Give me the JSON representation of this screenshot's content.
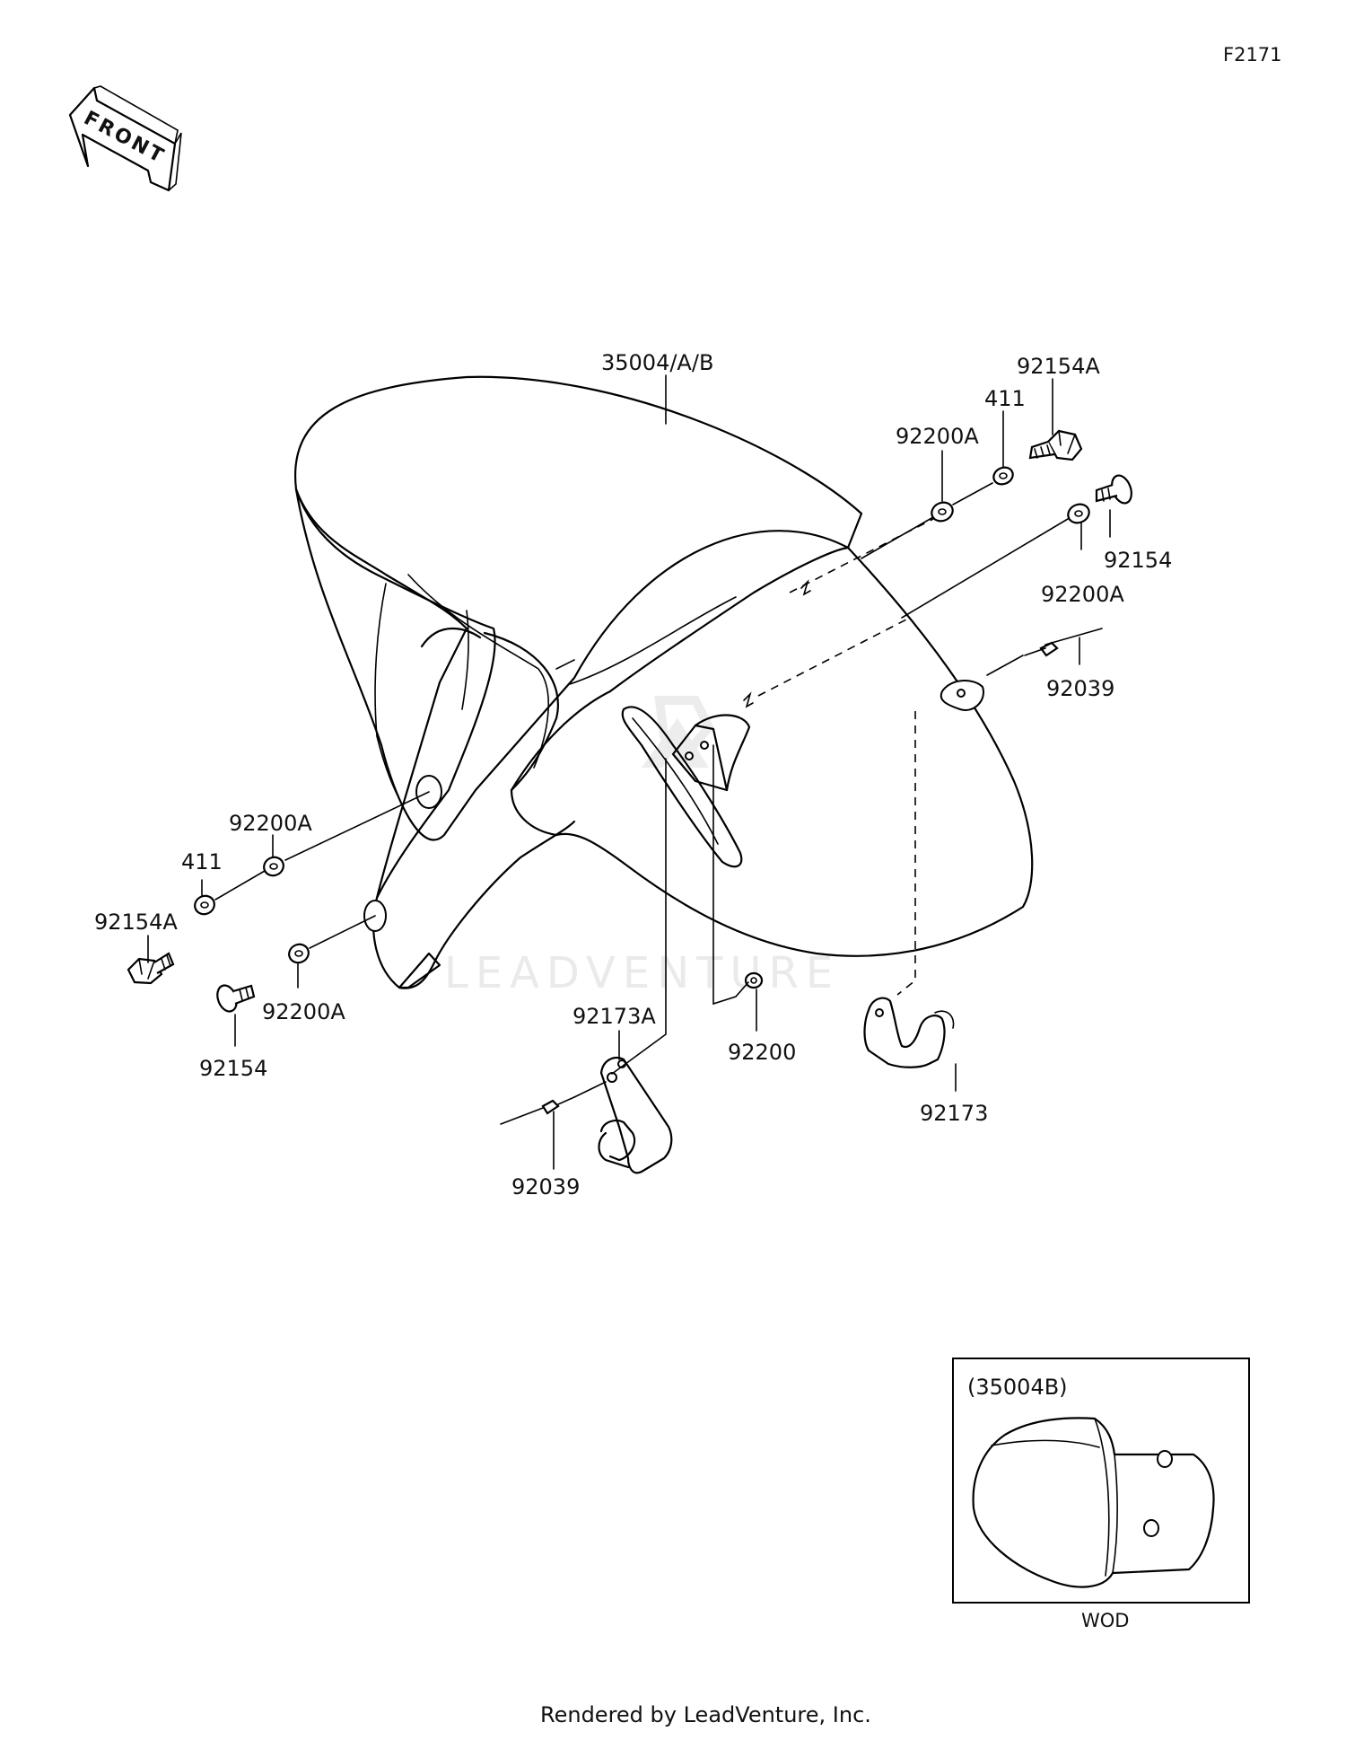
{
  "figure_id": "F2171",
  "front_label": "FRONT",
  "watermark": "LEADVENTURE",
  "footer": "Rendered by LeadVenture, Inc.",
  "labels": {
    "fender": "35004/A/B",
    "bolt_a_right": "92154A",
    "washer_411_right": "411",
    "washer_92200a_right_top": "92200A",
    "bolt_right": "92154",
    "washer_92200a_right_bottom": "92200A",
    "rivet_right": "92039",
    "washer_92200a_left_top": "92200A",
    "washer_411_left": "411",
    "bolt_a_left": "92154A",
    "washer_92200a_left_bottom": "92200A",
    "bolt_left": "92154",
    "bracket_a": "92173A",
    "washer_92200": "92200",
    "bracket": "92173",
    "rivet_left": "92039"
  },
  "inset": {
    "title": "(35004B)",
    "caption": "WOD"
  }
}
